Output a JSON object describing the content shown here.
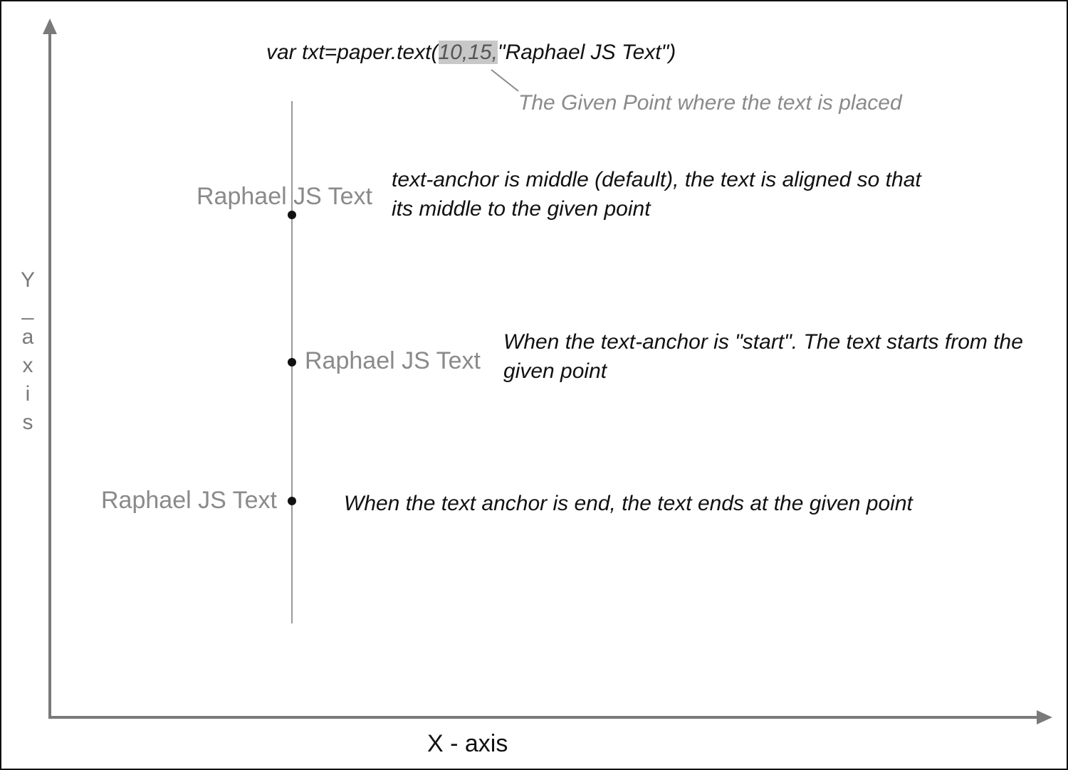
{
  "code": {
    "prefix": "var txt=paper.text(",
    "coords": "10,15,",
    "suffix": "\"Raphael JS Text\")"
  },
  "given_point_label": "The Given Point where the text is placed",
  "samples": [
    {
      "anchor": "middle",
      "text": "Raphael JS Text",
      "description": "text-anchor is middle (default), the text is aligned so that its middle to the given point"
    },
    {
      "anchor": "start",
      "text": "Raphael JS Text",
      "description": "When the text-anchor is \"start\". The text starts from the given point"
    },
    {
      "anchor": "end",
      "text": "Raphael JS Text",
      "description": "When the text anchor is end, the text ends at the given point"
    }
  ],
  "x_axis_label": "X - axis",
  "y_axis_letters": [
    "Y",
    "_",
    "a",
    "x",
    "i",
    "s"
  ],
  "colors": {
    "axis": "#7a7a7a",
    "sample_text": "#8a8a8a",
    "ink": "#111111",
    "highlight": "#c8c8c8"
  }
}
